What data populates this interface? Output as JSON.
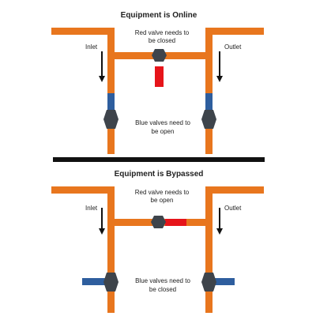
{
  "colors": {
    "pipe": "#E8761E",
    "red_valve": "#E6141A",
    "blue_valve": "#2E5E9E",
    "valve_body": "#3E444B",
    "arrow": "#111111",
    "divider": "#111111"
  },
  "top": {
    "title": "Equipment is Online",
    "inlet": "Inlet",
    "outlet": "Outlet",
    "red_note_line1": "Red valve needs to",
    "red_note_line2": "be closed",
    "blue_note_line1": "Blue valves need to",
    "blue_note_line2": "be open",
    "red_valve_state": "closed",
    "blue_valves_state": "open"
  },
  "bottom": {
    "title": "Equipment is Bypassed",
    "inlet": "Inlet",
    "outlet": "Outlet",
    "red_note_line1": "Red valve needs to",
    "red_note_line2": "be open",
    "blue_note_line1": "Blue valves need to",
    "blue_note_line2": "be closed",
    "red_valve_state": "open",
    "blue_valves_state": "closed"
  }
}
